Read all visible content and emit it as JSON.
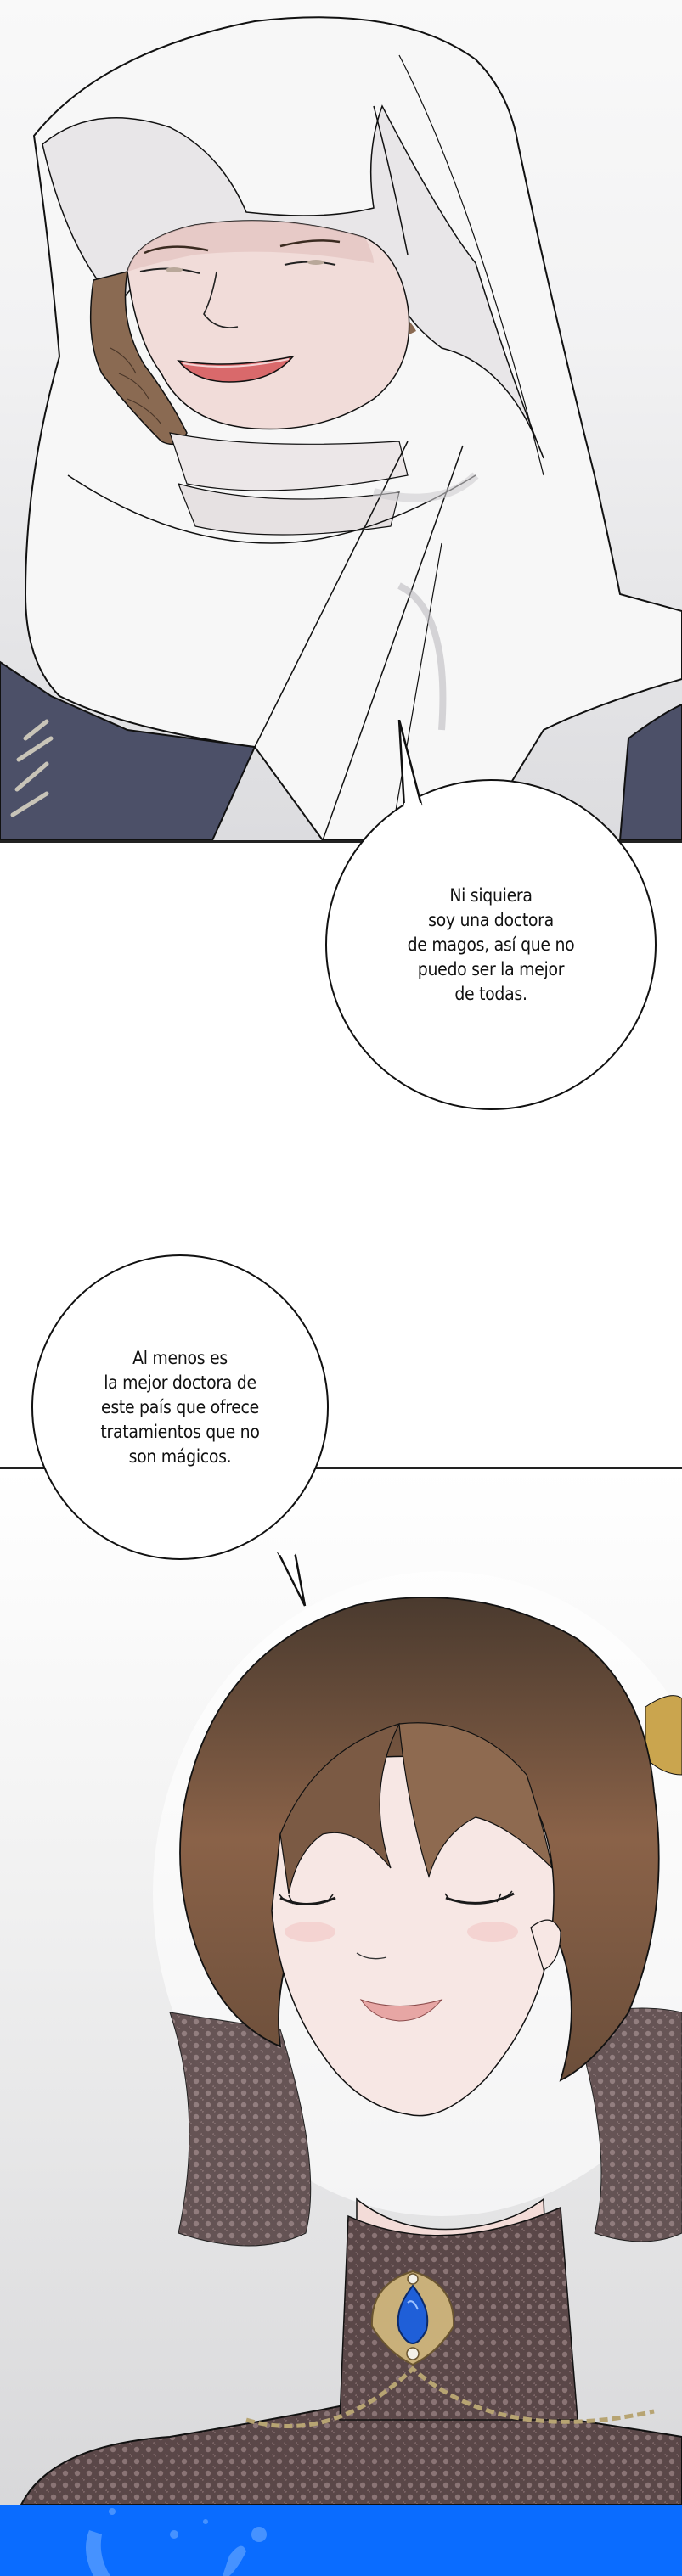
{
  "page": {
    "type": "webtoon-page",
    "language": "es"
  },
  "panels": [
    {
      "id": "panel-1",
      "description": "Older woman in white hood smiling slyly, eyes narrowed",
      "colors": {
        "hood": "#f7f7f7",
        "skin": "#f1dcd9",
        "hair": "#8a6a52",
        "robe": "#4c5068",
        "mouth": "#d9696b"
      }
    },
    {
      "id": "panel-2",
      "description": "Young woman with brown hair and lace veil, eyes closed, smiling, wearing blue jewel brooch",
      "colors": {
        "hair": "#6b4e3a",
        "skin": "#f6e6e3",
        "lace": "#5a4748",
        "jewel": "#1f5fd8",
        "gold": "#c9b07a"
      }
    }
  ],
  "speech_bubbles": [
    {
      "id": "bubble-1",
      "text": "Ni siquiera\nsoy una doctora\nde magos, así que no\npuedo ser la mejor\nde todas.",
      "lines": [
        "Ni siquiera",
        "soy una doctora",
        "de magos, así que no",
        "puedo ser la mejor",
        "de todas."
      ]
    },
    {
      "id": "bubble-2",
      "text": "Al menos es\nla mejor doctora de\neste país que ofrece\ntratamientos que no\nson mágicos.",
      "lines": [
        "Al menos es",
        "la mejor doctora de",
        "este país que ofrece",
        "tratamientos que no",
        "son mágicos."
      ]
    }
  ],
  "footer_band": {
    "color": "#0a6cff"
  }
}
